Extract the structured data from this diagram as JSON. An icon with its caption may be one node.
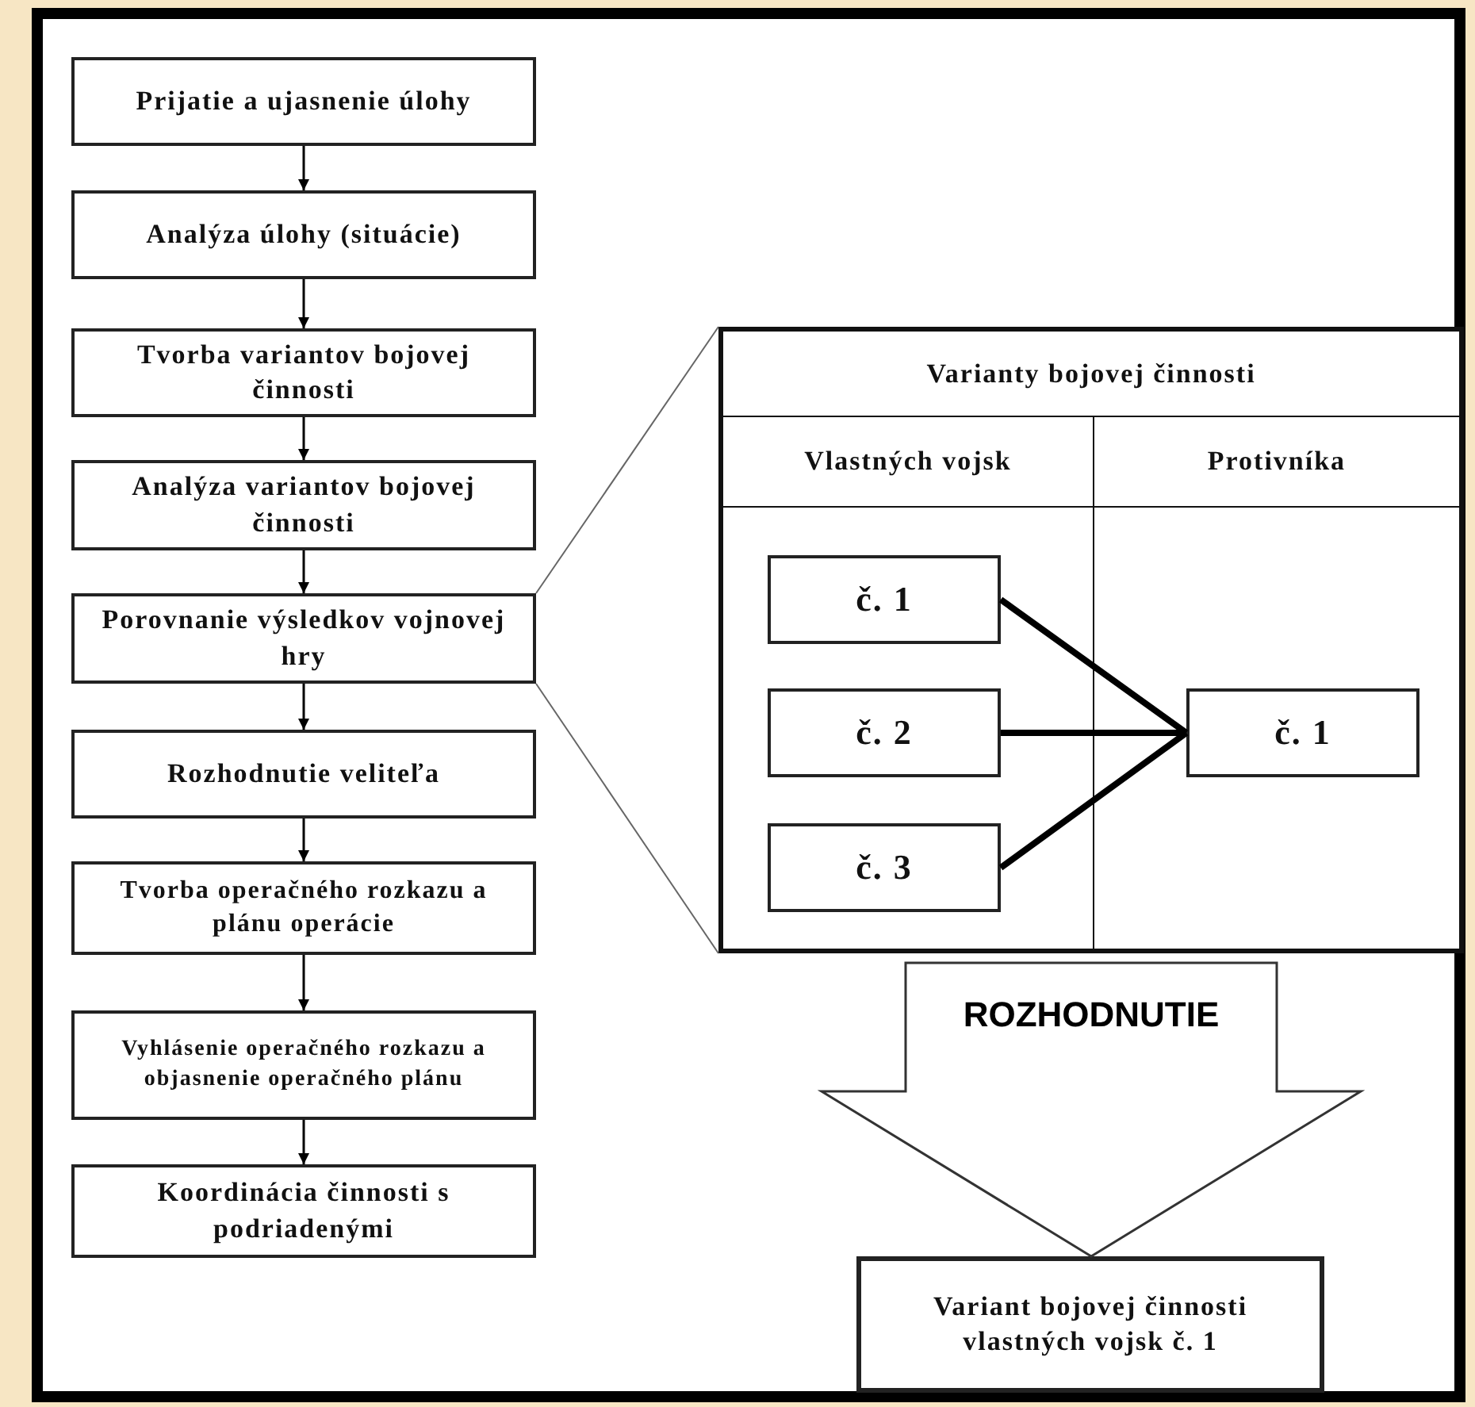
{
  "diagram": {
    "nodes": [
      {
        "text": [
          "Prijatie a ujasnenie úlohy"
        ]
      },
      {
        "text": [
          "Analýza úlohy (situácie)"
        ]
      },
      {
        "text": [
          "Tvorba variantov bojovej činnosti"
        ]
      },
      {
        "text": [
          "Analýza variantov bojovej činnosti"
        ]
      },
      {
        "text": [
          "Porovnanie výsledkov vojnovej hry"
        ]
      },
      {
        "text": [
          "Rozhodnutie veliteľa"
        ]
      },
      {
        "text": [
          "Tvorba operačného rozkazu a plánu operácie"
        ]
      },
      {
        "text": [
          "Vyhlásenie operačného rozkazu a objasnenie operačného plánu"
        ]
      },
      {
        "text": [
          "Koordinácia činnosti s podriadenými"
        ]
      },
      {
        "text": [
          "Varianty bojovej činnosti"
        ]
      },
      {
        "text": [
          "Vlastných vojsk"
        ],
        "in": 9
      },
      {
        "text": [
          "Protivníka"
        ],
        "in": 9
      },
      {
        "text": [
          "č. 1"
        ],
        "in": 10
      },
      {
        "text": [
          "č. 2"
        ],
        "in": 10
      },
      {
        "text": [
          "č. 3"
        ],
        "in": 10
      },
      {
        "text": [
          "č. 1"
        ],
        "in": 11
      },
      {
        "text": [
          "Variant bojovej činnosti vlastných vojsk č. 1"
        ]
      }
    ],
    "edges": [
      {
        "from": 0,
        "to": 1,
        "arrow": "to"
      },
      {
        "from": 1,
        "to": 2,
        "arrow": "to"
      },
      {
        "from": 2,
        "to": 3,
        "arrow": "to"
      },
      {
        "from": 3,
        "to": 4,
        "arrow": "to"
      },
      {
        "from": 4,
        "to": 5,
        "arrow": "to"
      },
      {
        "from": 5,
        "to": 6,
        "arrow": "to"
      },
      {
        "from": 6,
        "to": 7,
        "arrow": "to"
      },
      {
        "from": 7,
        "to": 8,
        "arrow": "to"
      },
      {
        "from": 4,
        "to": 9,
        "arrow": "none",
        "color": "#666666"
      },
      {
        "from": 4,
        "to": 9,
        "arrow": "none",
        "color": "#666666"
      },
      {
        "from": 12,
        "to": 15,
        "arrow": "none",
        "style": "thick"
      },
      {
        "from": 13,
        "to": 15,
        "arrow": "none",
        "style": "thick"
      },
      {
        "from": 14,
        "to": 15,
        "arrow": "none",
        "style": "thick"
      },
      {
        "from": 9,
        "to": 16,
        "arrow": "to",
        "style": "thick",
        "label": "ROZHODNUTIE"
      }
    ]
  }
}
